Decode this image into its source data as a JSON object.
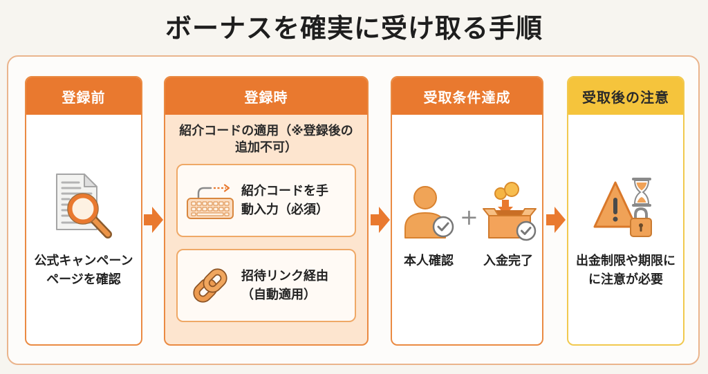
{
  "title": "ボーナスを確実に受け取る手順",
  "colors": {
    "page_background": "#f7f5f0",
    "frame_border": "#eab48c",
    "accent_orange": "#e9792f",
    "registration_card_body": "#fde5cf",
    "caution_yellow": "#f5c43c",
    "text_dark": "#222222"
  },
  "flow_arrow_icon": "arrow-right-icon",
  "steps": [
    {
      "header": "登録前",
      "icon": "document-search-icon",
      "caption": [
        "公式キャンペーン",
        "ページを確認"
      ]
    },
    {
      "header": "登録時",
      "subtitle": [
        "紹介コードの適用（※登録後の",
        "追加不可）"
      ],
      "options": [
        {
          "icon": "keyboard-icon",
          "text": [
            "紹介コードを手",
            "動入力（必須）"
          ]
        },
        {
          "icon": "link-chain-icon",
          "text": [
            "招待リンク経由",
            "（自動適用）"
          ]
        }
      ]
    },
    {
      "header": "受取条件達成",
      "conditions": [
        {
          "icon": "user-verified-icon",
          "label": "本人確認"
        },
        {
          "icon": "deposit-box-icon",
          "label": "入金完了"
        }
      ],
      "joiner": "+"
    },
    {
      "header": "受取後の注意",
      "icon": "warning-hourglass-lock-icon",
      "caption": [
        "出金制限や期限に",
        "に注意が必要"
      ]
    }
  ]
}
